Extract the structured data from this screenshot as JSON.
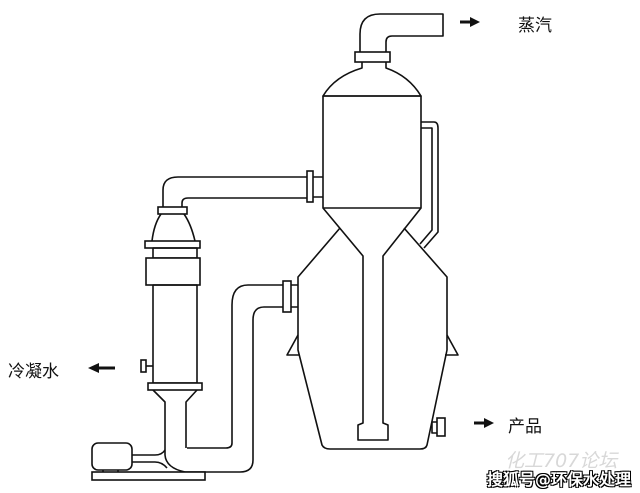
{
  "labels": {
    "steam": "蒸汽",
    "condensate": "冷凝水",
    "product": "产品"
  },
  "watermark": {
    "forum": "化工707论坛",
    "source": "搜狐号@环保水处理"
  }
}
